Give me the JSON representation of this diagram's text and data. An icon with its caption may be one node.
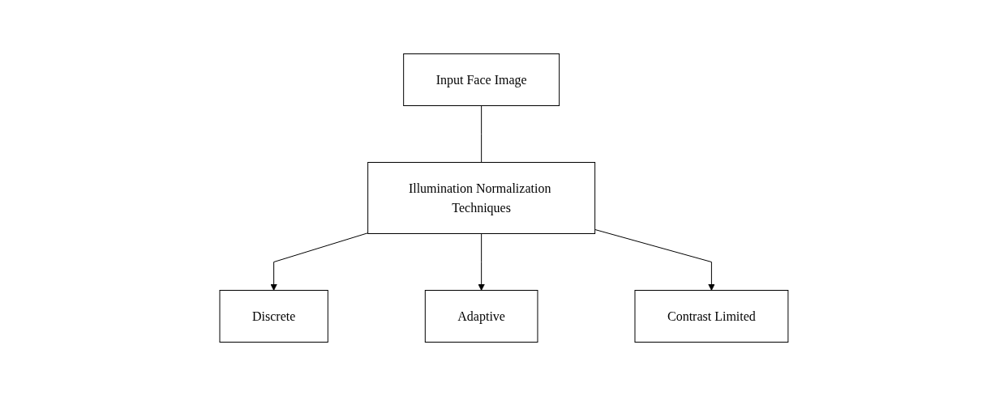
{
  "diagram": {
    "nodes": [
      {
        "text": [
          "Input Face Image"
        ]
      },
      {
        "text": [
          "Illumination Normalization Techniques"
        ]
      },
      {
        "text": [
          "Discrete"
        ]
      },
      {
        "text": [
          "Adaptive"
        ]
      },
      {
        "text": [
          "Contrast Limited"
        ]
      }
    ],
    "edges": [
      {
        "from": 0,
        "to": 1,
        "arrow": "none"
      },
      {
        "from": 1,
        "to": 2,
        "arrow": "to"
      },
      {
        "from": 1,
        "to": 3,
        "arrow": "to"
      },
      {
        "from": 1,
        "to": 4,
        "arrow": "to"
      }
    ]
  }
}
